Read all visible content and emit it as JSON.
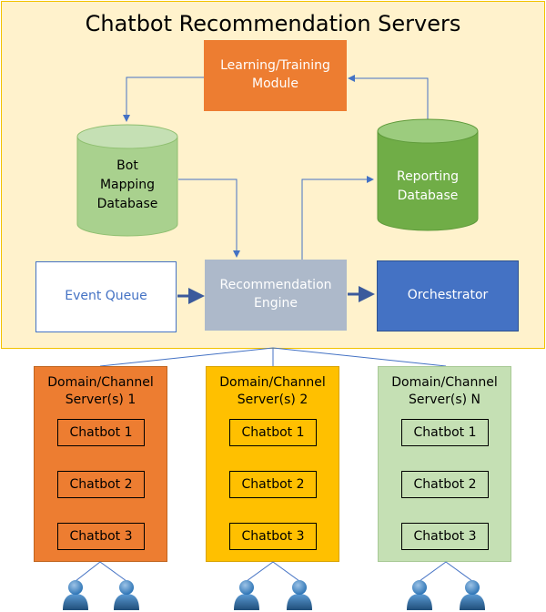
{
  "diagram": {
    "title": "Chatbot Recommendation Servers",
    "learning_module": "Learning/Training\nModule",
    "bot_mapping_db": "Bot\nMapping\nDatabase",
    "reporting_db": "Reporting\nDatabase",
    "event_queue": "Event Queue",
    "recommendation_engine": "Recommendation\nEngine",
    "orchestrator": "Orchestrator",
    "servers": [
      {
        "title": "Domain/Channel\nServer(s) 1",
        "chatbots": [
          "Chatbot 1",
          "Chatbot 2",
          "Chatbot 3"
        ]
      },
      {
        "title": "Domain/Channel\nServer(s) 2",
        "chatbots": [
          "Chatbot 1",
          "Chatbot 2",
          "Chatbot 3"
        ]
      },
      {
        "title": "Domain/Channel\nServer(s) N",
        "chatbots": [
          "Chatbot 1",
          "Chatbot 2",
          "Chatbot 3"
        ]
      }
    ]
  },
  "colors": {
    "panel_fill": "#fff2cc",
    "panel_border": "#f2c200",
    "learning_fill": "#ed7d31",
    "bot_db_fill": "#a9d18e",
    "reporting_db_fill": "#70ad47",
    "event_queue_border": "#4472c4",
    "event_queue_text": "#4472c4",
    "engine_fill": "#adb9ca",
    "orchestrator_fill": "#4472c4",
    "server1_fill": "#ed7d31",
    "server2_fill": "#ffc000",
    "server3_fill": "#c5e0b4",
    "connector": "#4472c4",
    "user_icon": "#2e75b6"
  }
}
